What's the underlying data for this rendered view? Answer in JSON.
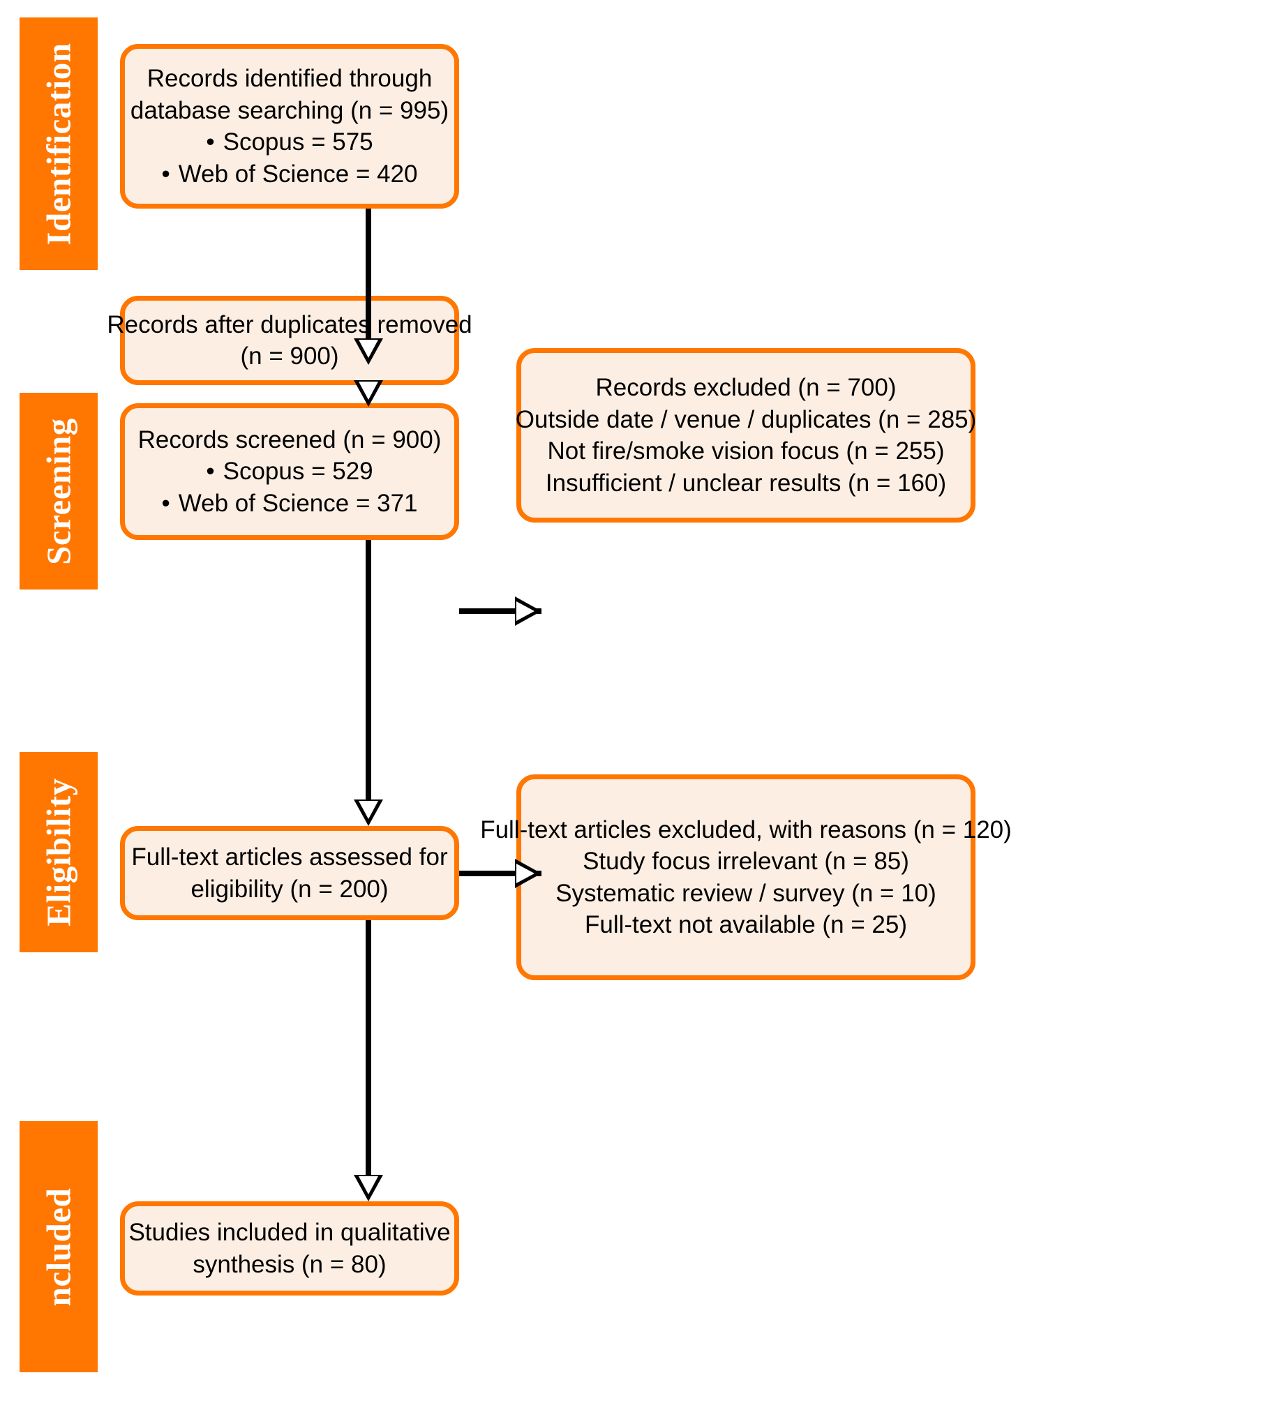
{
  "colors": {
    "accent_orange": "#ff7700",
    "box_fill": "#fdeee3",
    "box_border": "#ff7700",
    "connector": "#000000",
    "stage_label_text": "#ffffff",
    "body_text": "#000000"
  },
  "stages": [
    {
      "id": "identification",
      "label": "Identification"
    },
    {
      "id": "screening",
      "label": "Screening"
    },
    {
      "id": "eligibility",
      "label": "Eligibility"
    },
    {
      "id": "included",
      "label": "ncluded"
    }
  ],
  "boxes": {
    "identified": {
      "line1": "Records identified through",
      "line2": "database searching (n = 995)",
      "bullet1": "Scopus = 575",
      "bullet2": "Web of Science = 420"
    },
    "duplicates": {
      "line1": "Records after duplicates removed",
      "line2": "(n = 900)"
    },
    "screened": {
      "line1": "Records screened (n = 900)",
      "bullet1": "Scopus = 529",
      "bullet2": "Web of Science = 371"
    },
    "excluded_screening": {
      "line1": "Records excluded (n = 700)",
      "line2": "Outside date / venue / duplicates (n = 285)",
      "line3": "Not fire/smoke vision focus (n = 255)",
      "line4": "Insufficient / unclear results (n = 160)"
    },
    "fulltext_assessed": {
      "line1": "Full-text articles assessed for",
      "line2": "eligibility (n = 200)"
    },
    "excluded_eligibility": {
      "line1": "Full-text articles excluded, with reasons (n = 120)",
      "line2": "Study focus irrelevant (n = 85)",
      "line3": "Systematic review / survey (n = 10)",
      "line4": "Full-text not available (n = 25)"
    },
    "included": {
      "line1": "Studies included in qualitative",
      "line2": "synthesis (n = 80)"
    }
  },
  "chart_data": {
    "type": "diagram",
    "title": "PRISMA flow diagram",
    "nodes": [
      {
        "id": "identified",
        "stage": "Identification",
        "n": 995,
        "breakdown": {
          "Scopus": 575,
          "Web of Science": 420
        }
      },
      {
        "id": "duplicates_removed",
        "stage": "Screening",
        "n": 900
      },
      {
        "id": "screened",
        "stage": "Screening",
        "n": 900,
        "breakdown": {
          "Scopus": 529,
          "Web of Science": 371
        }
      },
      {
        "id": "excluded_screening",
        "stage": "Screening",
        "n": 700,
        "breakdown": {
          "Outside date / venue / duplicates": 285,
          "Not fire/smoke vision focus": 255,
          "Insufficient / unclear results": 160
        }
      },
      {
        "id": "fulltext_assessed",
        "stage": "Eligibility",
        "n": 200
      },
      {
        "id": "excluded_eligibility",
        "stage": "Eligibility",
        "n": 120,
        "breakdown": {
          "Study focus irrelevant": 85,
          "Systematic review / survey": 10,
          "Full-text not available": 25
        }
      },
      {
        "id": "included",
        "stage": "Included",
        "n": 80
      }
    ],
    "edges": [
      {
        "from": "identified",
        "to": "duplicates_removed",
        "direction": "down"
      },
      {
        "from": "duplicates_removed",
        "to": "screened",
        "direction": "down"
      },
      {
        "from": "screened",
        "to": "excluded_screening",
        "direction": "right"
      },
      {
        "from": "screened",
        "to": "fulltext_assessed",
        "direction": "down"
      },
      {
        "from": "fulltext_assessed",
        "to": "excluded_eligibility",
        "direction": "right"
      },
      {
        "from": "fulltext_assessed",
        "to": "included",
        "direction": "down"
      }
    ]
  }
}
